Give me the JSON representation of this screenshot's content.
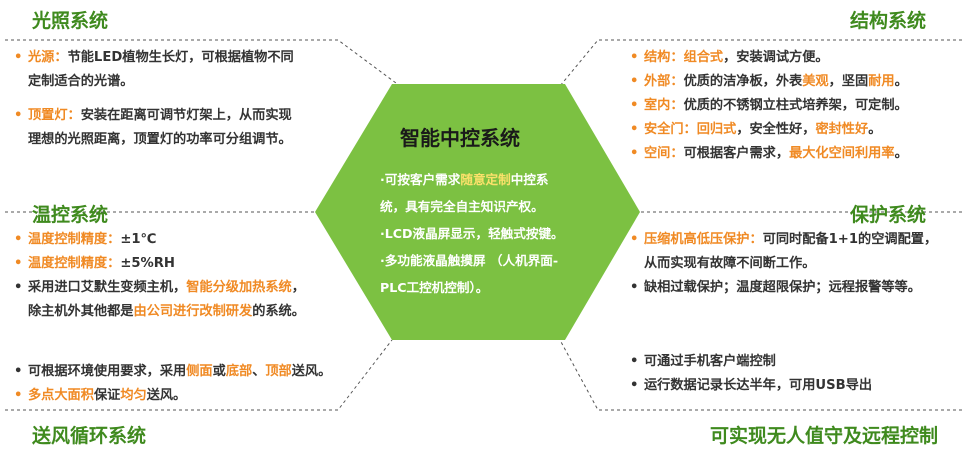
{
  "center": {
    "title": "智能中控系统",
    "lines": [
      [
        {
          "t": "·可按客户需求"
        },
        {
          "t": "随意定制",
          "o": true
        },
        {
          "t": "中控系"
        }
      ],
      [
        {
          "t": "统，具有完全自主知识产权。"
        }
      ],
      [
        {
          "t": "·LCD液晶屏显示，轻触式按键。"
        }
      ],
      [
        {
          "t": "·多功能液晶触摸屏 （人机界面-"
        }
      ],
      [
        {
          "t": "PLC工控机控制）。"
        }
      ]
    ]
  },
  "sections": {
    "light": {
      "title": "光照系统",
      "items": [
        {
          "lines": [
            [
              {
                "t": "光源：",
                "o": true
              },
              {
                "t": "节能LED植物生长灯，可根据植物不同"
              }
            ],
            [
              {
                "t": "定制适合的光谱。"
              }
            ]
          ]
        },
        {
          "lines": [
            [
              {
                "t": "顶置灯：",
                "o": true
              },
              {
                "t": "安装在距离可调节灯架上，从而实现"
              }
            ],
            [
              {
                "t": "理想的光照距离，顶置灯的功率可分组调节。"
              }
            ]
          ]
        }
      ]
    },
    "temp": {
      "title": "温控系统",
      "items": [
        {
          "color": "o",
          "lines": [
            [
              {
                "t": "温度控制精度：",
                "o": true
              },
              {
                "t": "±1℃"
              }
            ]
          ]
        },
        {
          "color": "o",
          "lines": [
            [
              {
                "t": "温度控制精度：",
                "o": true
              },
              {
                "t": "±5%RH"
              }
            ]
          ]
        },
        {
          "color": "d",
          "lines": [
            [
              {
                "t": "采用进口艾默生变频主机，"
              },
              {
                "t": "智能分级加热系统",
                "o": true
              },
              {
                "t": "，"
              }
            ],
            [
              {
                "t": "除主机外其他都是"
              },
              {
                "t": "由公司进行改制研发",
                "o": true
              },
              {
                "t": "的系统。"
              }
            ]
          ]
        }
      ]
    },
    "air": {
      "title": "送风循环系统",
      "items": [
        {
          "color": "d",
          "lines": [
            [
              {
                "t": "可根据环境使用要求，采用"
              },
              {
                "t": "侧面",
                "o": true
              },
              {
                "t": "或"
              },
              {
                "t": "底部",
                "o": true
              },
              {
                "t": "、"
              },
              {
                "t": "顶部",
                "o": true
              },
              {
                "t": "送风。"
              }
            ]
          ]
        },
        {
          "color": "o",
          "lines": [
            [
              {
                "t": "多点大面积",
                "o": true
              },
              {
                "t": "保证"
              },
              {
                "t": "均匀",
                "o": true
              },
              {
                "t": "送风。"
              }
            ]
          ]
        }
      ]
    },
    "structure": {
      "title": "结构系统",
      "items": [
        {
          "lines": [
            [
              {
                "t": "结构：",
                "o": true
              },
              {
                "t": "组合式",
                "o": true
              },
              {
                "t": "，安装调试方便。"
              }
            ]
          ]
        },
        {
          "lines": [
            [
              {
                "t": "外部：",
                "o": true
              },
              {
                "t": "优质的洁净板，外表"
              },
              {
                "t": "美观",
                "o": true
              },
              {
                "t": "，坚固"
              },
              {
                "t": "耐用",
                "o": true
              },
              {
                "t": "。"
              }
            ]
          ]
        },
        {
          "lines": [
            [
              {
                "t": "室内：",
                "o": true
              },
              {
                "t": "优质的不锈钢立柱式培养架，可定制。"
              }
            ]
          ]
        },
        {
          "lines": [
            [
              {
                "t": "安全门：",
                "o": true
              },
              {
                "t": "回归式",
                "o": true
              },
              {
                "t": "，安全性好，"
              },
              {
                "t": "密封性好",
                "o": true
              },
              {
                "t": "。"
              }
            ]
          ]
        },
        {
          "lines": [
            [
              {
                "t": "空间：",
                "o": true
              },
              {
                "t": "可根据客户需求，"
              },
              {
                "t": "最大化空间利用率",
                "o": true
              },
              {
                "t": "。"
              }
            ]
          ]
        }
      ]
    },
    "protect": {
      "title": "保护系统",
      "items": [
        {
          "color": "o",
          "lines": [
            [
              {
                "t": "压缩机高低压保护：",
                "o": true
              },
              {
                "t": "可同时配备1+1的空调配置，"
              }
            ],
            [
              {
                "t": "从而实现有故障不间断工作。"
              }
            ]
          ]
        },
        {
          "color": "d",
          "lines": [
            [
              {
                "t": "缺相过载保护；温度超限保护；远程报警等等。"
              }
            ]
          ]
        }
      ]
    },
    "remote": {
      "title": "可实现无人值守及远程控制",
      "items": [
        {
          "color": "d",
          "lines": [
            [
              {
                "t": "可通过手机客户端控制"
              }
            ]
          ]
        },
        {
          "color": "d",
          "lines": [
            [
              {
                "t": "运行数据记录长达半年，可用USB导出"
              }
            ]
          ]
        }
      ]
    }
  },
  "colors": {
    "title_green": "#3f8a1e",
    "hex_green": "#7cc142",
    "accent_orange": "#f08a24"
  }
}
